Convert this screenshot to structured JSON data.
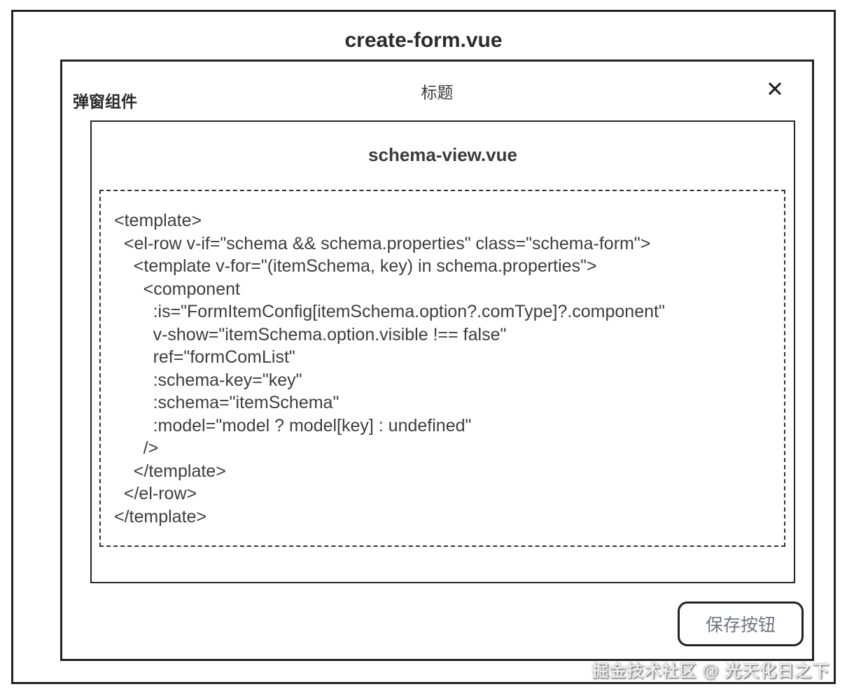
{
  "window": {
    "title": "create-form.vue"
  },
  "dialog": {
    "label": "弹窗组件",
    "header_title": "标题",
    "close_icon_glyph": "✕"
  },
  "schema_view": {
    "title": "schema-view.vue",
    "code_lines": [
      "<template>",
      "  <el-row v-if=\"schema && schema.properties\" class=\"schema-form\">",
      "    <template v-for=\"(itemSchema, key) in schema.properties\">",
      "      <component",
      "        :is=\"FormItemConfig[itemSchema.option?.comType]?.component\"",
      "        v-show=\"itemSchema.option.visible !== false\"",
      "        ref=\"formComList\"",
      "        :schema-key=\"key\"",
      "        :schema=\"itemSchema\"",
      "        :model=\"model ? model[key] : undefined\"",
      "      />",
      "    </template>",
      "  </el-row>",
      "</template>"
    ]
  },
  "footer": {
    "save_button_label": "保存按钮"
  },
  "watermark": "掘金技术社区 @ 光天化日之下",
  "colors": {
    "border_dark": "#232323",
    "text_dark": "#2b2b2b",
    "code_text": "#3d3d3d",
    "button_text": "#70747b",
    "watermark_shadow": "#626262"
  }
}
